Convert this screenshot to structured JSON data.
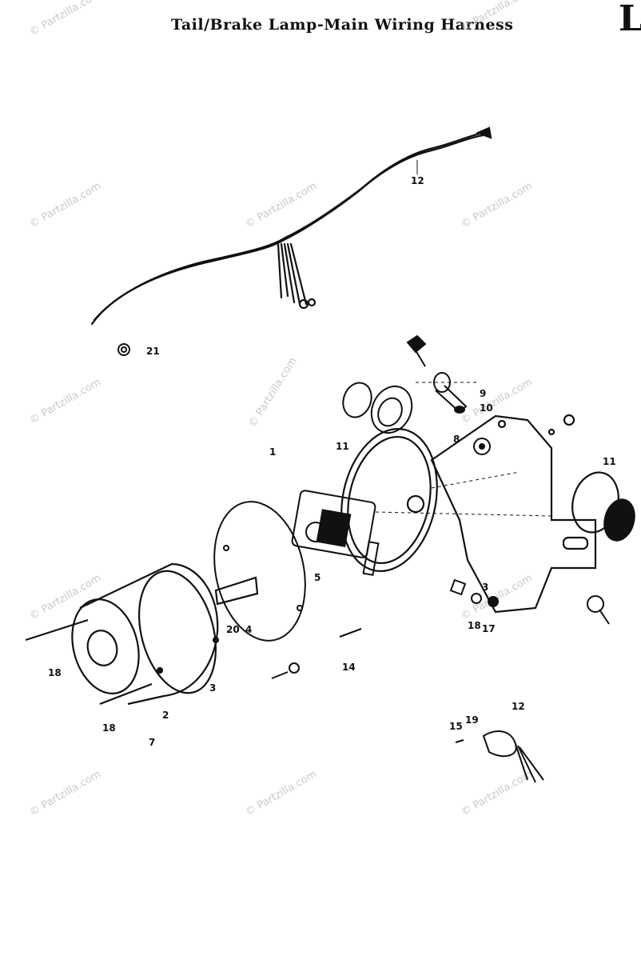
{
  "title": "Tail/Brake Lamp-Main Wiring Harness",
  "page_mark": "L",
  "watermark_text": "© Partzilla.com",
  "labels": [
    "12",
    "21",
    "9",
    "10",
    "11",
    "1",
    "8",
    "11",
    "5",
    "20",
    "4",
    "3",
    "18",
    "17",
    "14",
    "18",
    "2",
    "3",
    "18",
    "7",
    "12",
    "15",
    "19"
  ],
  "colors": {
    "ink": "#111111",
    "watermark": "#c9c9c9",
    "background": "#ffffff"
  }
}
